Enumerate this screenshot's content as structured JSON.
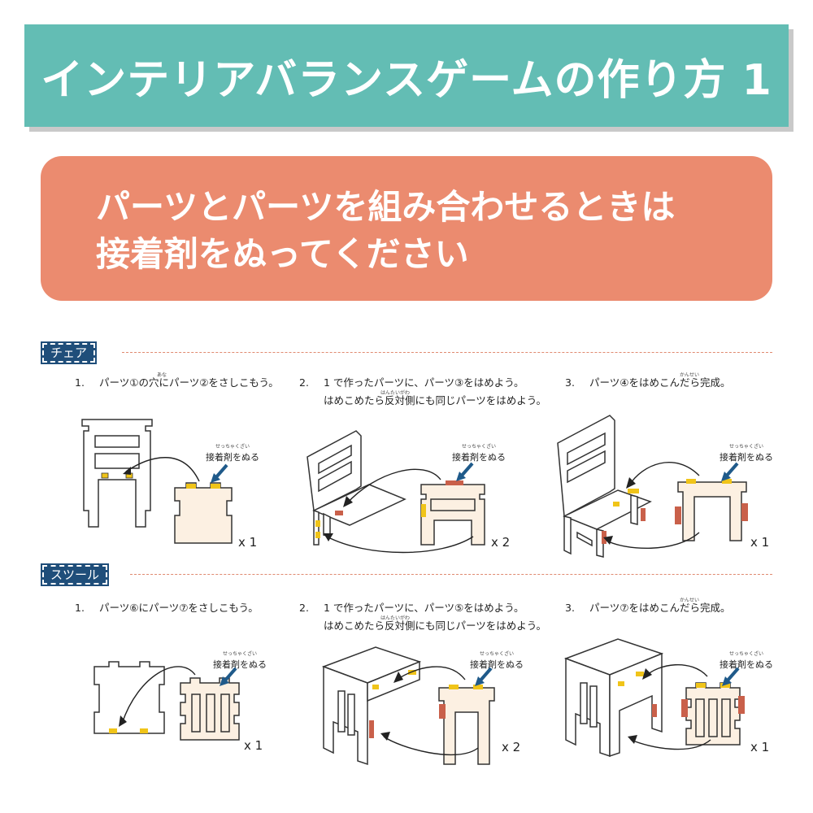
{
  "title": "インテリアバランスゲームの作り方 1",
  "notice": {
    "line1": "パーツとパーツを組み合わせるときは",
    "line2": "接着剤をぬってください"
  },
  "glue_label": "接着剤をぬる",
  "glue_ruby": "せっちゃくざい",
  "sections": [
    {
      "tag": "チェア",
      "steps": [
        {
          "num": "1.",
          "lines": [
            "パーツ①の穴にパーツ②をさしこもう。"
          ],
          "ruby": "あな",
          "qty": "x 1"
        },
        {
          "num": "2.",
          "lines": [
            "1 で作ったパーツに、パーツ③をはめよう。",
            "はめこめたら反対側にも同じパーツをはめよう。"
          ],
          "ruby": "はんたいがわ",
          "qty": "x 2"
        },
        {
          "num": "3.",
          "lines": [
            "パーツ④をはめこんだら完成。"
          ],
          "ruby": "かんせい",
          "qty": "x 1"
        }
      ]
    },
    {
      "tag": "スツール",
      "steps": [
        {
          "num": "1.",
          "lines": [
            "パーツ⑥にパーツ⑦をさしこもう。"
          ],
          "ruby": "",
          "qty": "x 1"
        },
        {
          "num": "2.",
          "lines": [
            "1 で作ったパーツに、パーツ⑤をはめよう。",
            "はめこめたら反対側にも同じパーツをはめよう。"
          ],
          "ruby": "はんたいがわ",
          "qty": "x 2"
        },
        {
          "num": "3.",
          "lines": [
            "パーツ⑦をはめこんだら完成。"
          ],
          "ruby": "かんせい",
          "qty": "x 1"
        }
      ]
    }
  ],
  "colors": {
    "title_bg": "#63bdb4",
    "notice_bg": "#eb8b6f",
    "tag_bg": "#1f4e7a",
    "part_fill": "#fcf0e2",
    "glue_yellow": "#f0c419",
    "glue_red": "#c9604a",
    "arrow_blue": "#1f5a8a"
  }
}
